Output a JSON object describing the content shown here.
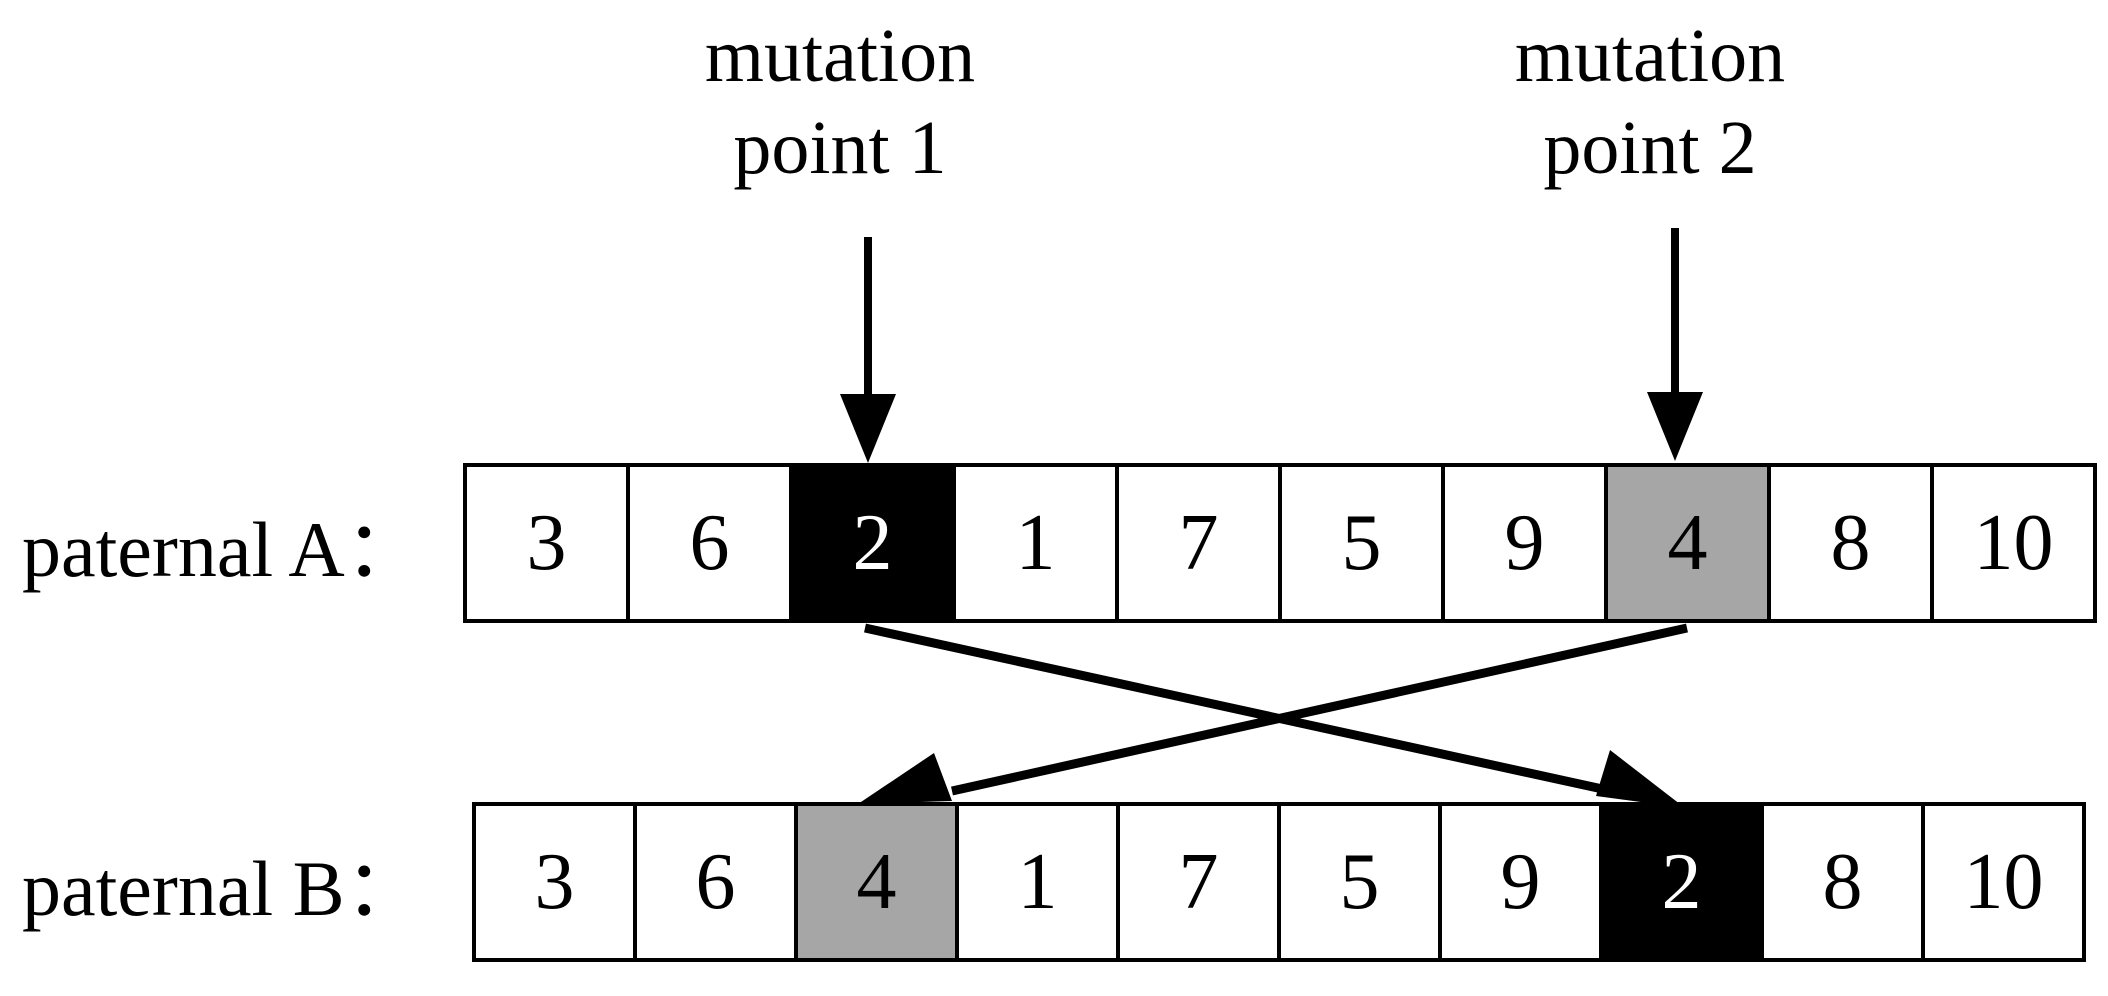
{
  "diagram": {
    "type": "genetic-algorithm-mutation-diagram",
    "annotations": [
      {
        "id": "mutation-point-1",
        "line1": "mutation",
        "line2": "point 1"
      },
      {
        "id": "mutation-point-2",
        "line1": "mutation",
        "line2": "point 2"
      }
    ],
    "rows": [
      {
        "id": "paternal-a",
        "label": "paternal A：",
        "cells": [
          {
            "value": "3",
            "variant": "normal"
          },
          {
            "value": "6",
            "variant": "normal"
          },
          {
            "value": "2",
            "variant": "black"
          },
          {
            "value": "1",
            "variant": "normal"
          },
          {
            "value": "7",
            "variant": "normal"
          },
          {
            "value": "5",
            "variant": "normal"
          },
          {
            "value": "9",
            "variant": "normal"
          },
          {
            "value": "4",
            "variant": "gray"
          },
          {
            "value": "8",
            "variant": "normal"
          },
          {
            "value": "10",
            "variant": "normal"
          }
        ]
      },
      {
        "id": "paternal-b",
        "label": "paternal B：",
        "cells": [
          {
            "value": "3",
            "variant": "normal"
          },
          {
            "value": "6",
            "variant": "normal"
          },
          {
            "value": "4",
            "variant": "gray"
          },
          {
            "value": "1",
            "variant": "normal"
          },
          {
            "value": "7",
            "variant": "normal"
          },
          {
            "value": "5",
            "variant": "normal"
          },
          {
            "value": "9",
            "variant": "normal"
          },
          {
            "value": "2",
            "variant": "black"
          },
          {
            "value": "8",
            "variant": "normal"
          },
          {
            "value": "10",
            "variant": "normal"
          }
        ]
      }
    ],
    "arrows": [
      {
        "id": "mutation-point-1-arrow",
        "kind": "vertical",
        "points_to": "paternal-a cell 3 (value 2)"
      },
      {
        "id": "mutation-point-2-arrow",
        "kind": "vertical",
        "points_to": "paternal-a cell 8 (value 4)"
      },
      {
        "id": "swap-arrow-black-gene",
        "kind": "diagonal",
        "from": "paternal-a cell 3 (value 2)",
        "to": "paternal-b cell 8 (value 2)"
      },
      {
        "id": "swap-arrow-gray-gene",
        "kind": "diagonal",
        "from": "paternal-a cell 8 (value 4)",
        "to": "paternal-b cell 3 (value 4)"
      }
    ],
    "colors": {
      "highlight_black": "#000000",
      "highlight_gray": "#a6a6a6",
      "line": "#000000",
      "background": "#ffffff",
      "text": "#000000",
      "text_on_black": "#ffffff"
    }
  }
}
